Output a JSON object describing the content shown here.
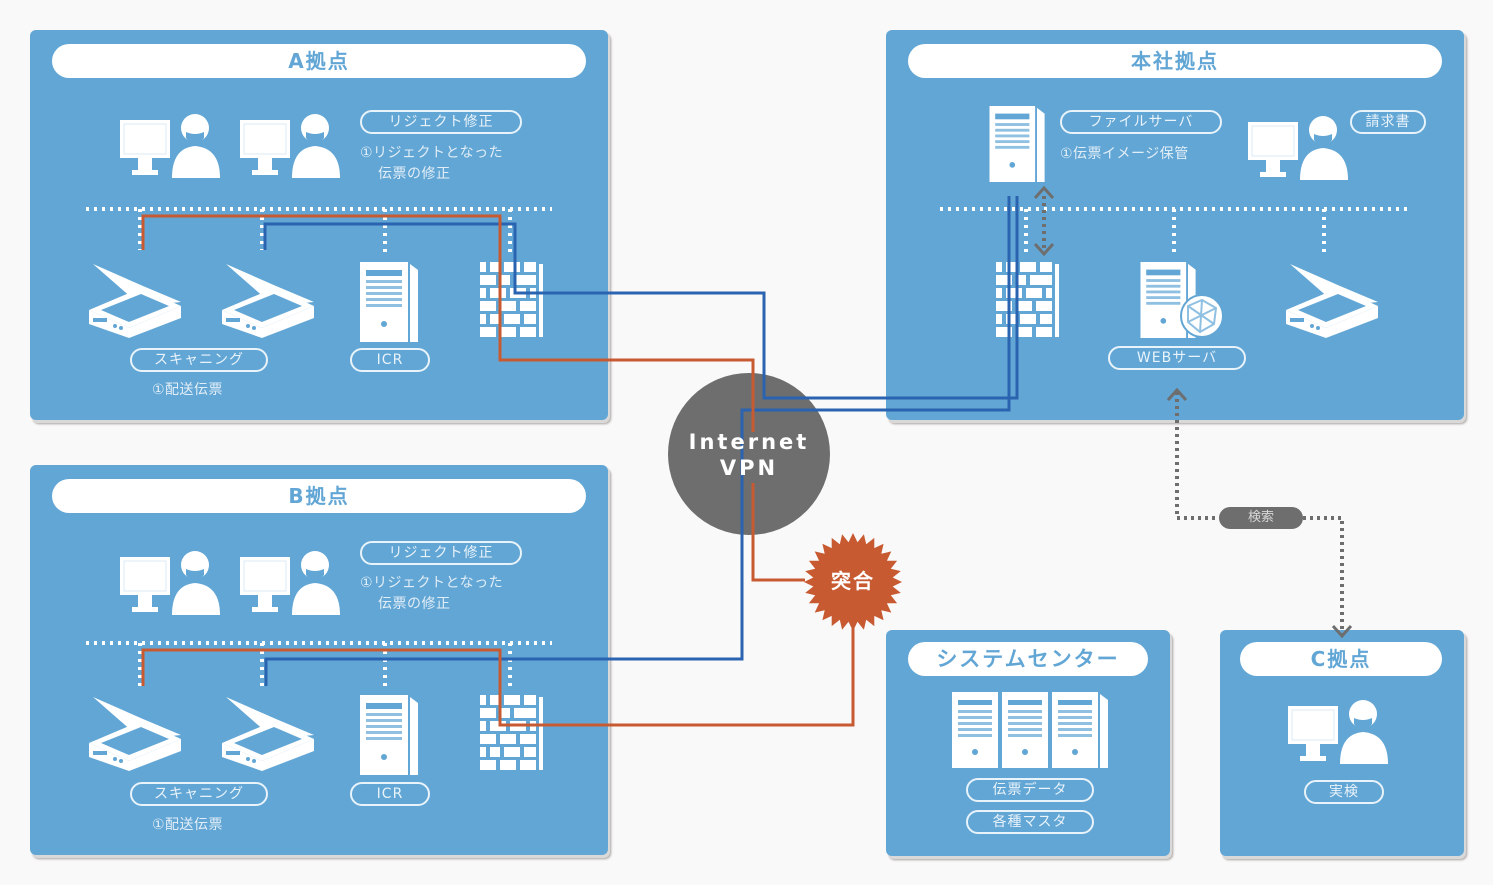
{
  "colors": {
    "panel": "#62a6d5",
    "background": "#f9f9f9",
    "vpn_circle": "#6e6e6e",
    "route_blue": "#2a63b0",
    "route_orange": "#c85a32",
    "search_link": "#6e6e6e"
  },
  "sites": {
    "a": {
      "title": "A拠点",
      "reject_label": "リジェクト修正",
      "reject_note_line1": "①リジェクトとなった",
      "reject_note_line2": "伝票の修正",
      "scanning_label": "スキャニング",
      "scanning_note": "①配送伝票",
      "icr_label": "ICR"
    },
    "b": {
      "title": "B拠点",
      "reject_label": "リジェクト修正",
      "reject_note_line1": "①リジェクトとなった",
      "reject_note_line2": "伝票の修正",
      "scanning_label": "スキャニング",
      "scanning_note": "①配送伝票",
      "icr_label": "ICR"
    },
    "hq": {
      "title": "本社拠点",
      "fileserver_label": "ファイルサーバ",
      "fileserver_note": "①伝票イメージ保管",
      "invoice_label": "請求書",
      "webserver_label": "WEBサーバ"
    },
    "system_center": {
      "title": "システムセンター",
      "data_label": "伝票データ",
      "master_label": "各種マスタ"
    },
    "c": {
      "title": "C拠点",
      "user_label": "実検"
    }
  },
  "network": {
    "vpn_line1": "Internet",
    "vpn_line2": "VPN",
    "match_label": "突合",
    "search_label": "検索"
  }
}
